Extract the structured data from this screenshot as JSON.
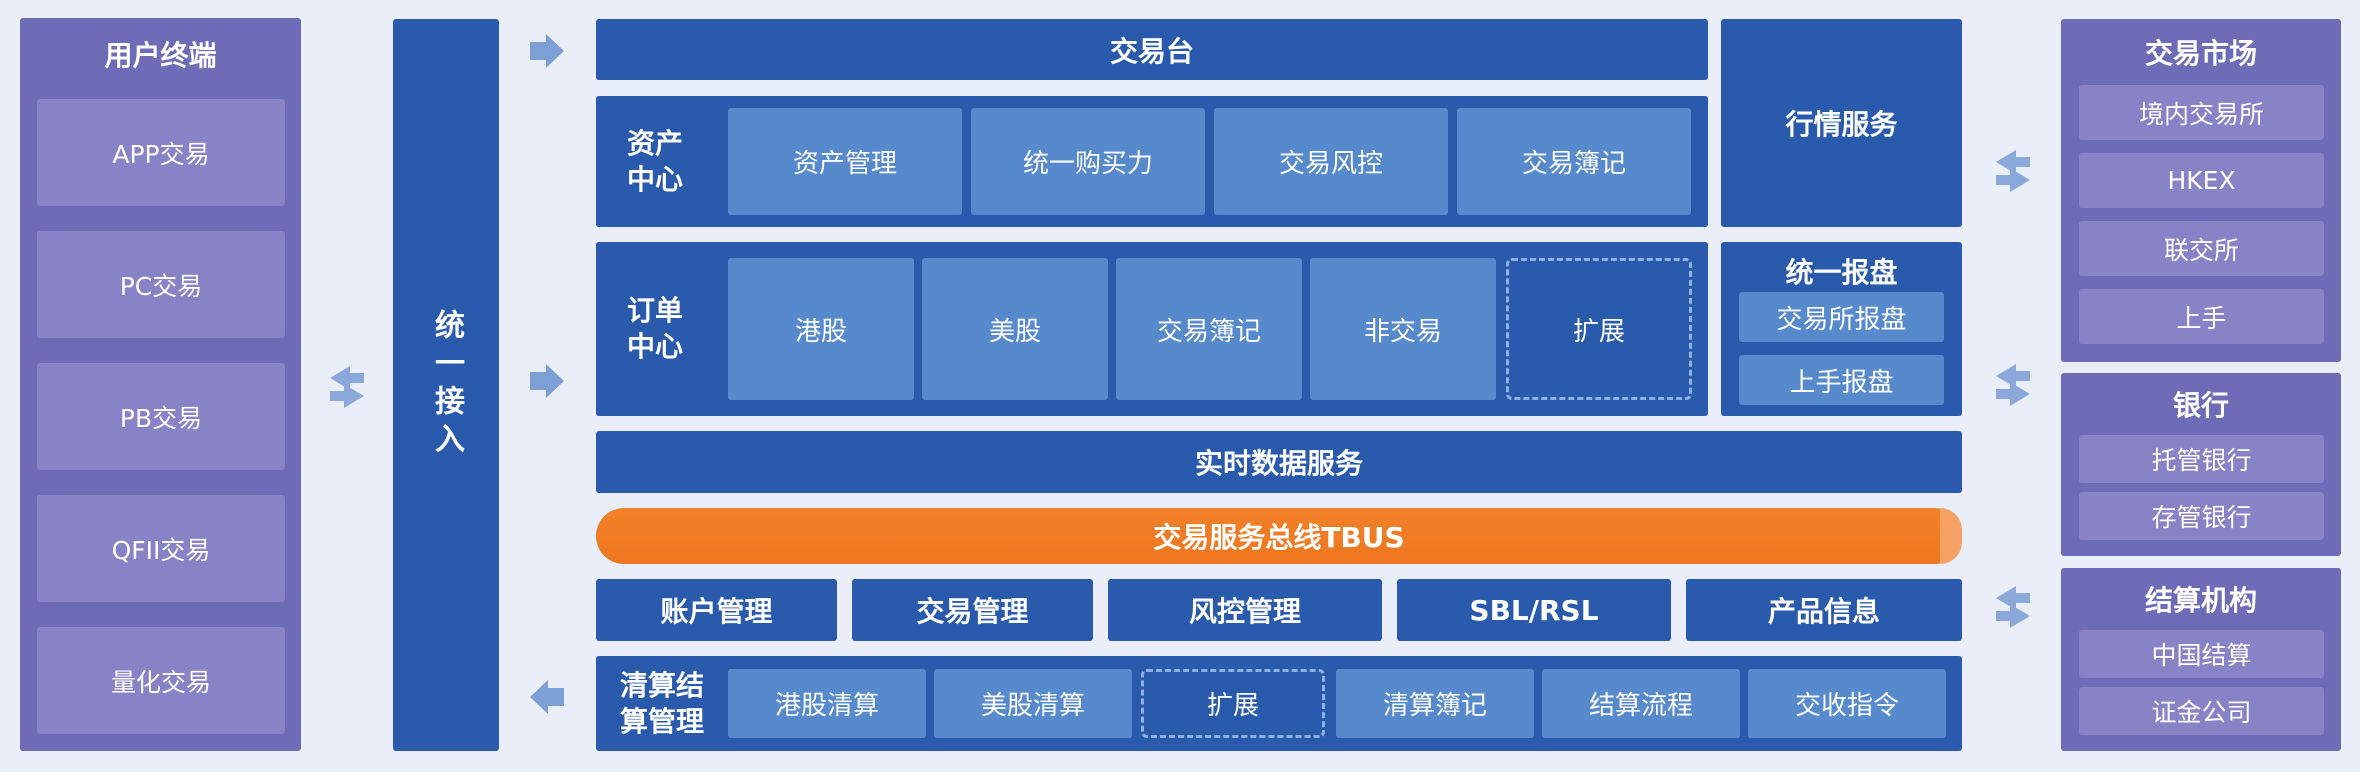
{
  "user_terminal": {
    "title": "用户终端",
    "items": [
      "APP交易",
      "PC交易",
      "PB交易",
      "QFII交易",
      "量化交易"
    ]
  },
  "unified_access": {
    "label": "统一接入"
  },
  "trading_desk": {
    "label": "交易台"
  },
  "asset_center": {
    "label_line1": "资产",
    "label_line2": "中心",
    "items": [
      "资产管理",
      "统一购买力",
      "交易风控",
      "交易簿记"
    ]
  },
  "market_service": {
    "label": "行情服务"
  },
  "order_center": {
    "label_line1": "订单",
    "label_line2": "中心",
    "items": [
      "港股",
      "美股",
      "交易簿记",
      "非交易"
    ],
    "extension": "扩展"
  },
  "unified_report": {
    "title": "统一报盘",
    "items": [
      "交易所报盘",
      "上手报盘"
    ]
  },
  "realtime_data": {
    "label": "实时数据服务"
  },
  "tbus": {
    "label": "交易服务总线TBUS"
  },
  "services": [
    "账户管理",
    "交易管理",
    "风控管理",
    "SBL/RSL",
    "产品信息"
  ],
  "clearing": {
    "label_line1": "清算结",
    "label_line2": "算管理",
    "items": [
      "港股清算",
      "美股清算"
    ],
    "extension": "扩展",
    "items_after": [
      "清算簿记",
      "结算流程",
      "交收指令"
    ]
  },
  "trade_market": {
    "title": "交易市场",
    "items": [
      "境内交易所",
      "HKEX",
      "联交所",
      "上手"
    ]
  },
  "bank": {
    "title": "银行",
    "items": [
      "托管银行",
      "存管银行"
    ]
  },
  "settlement": {
    "title": "结算机构",
    "items": [
      "中国结算",
      "证金公司"
    ]
  },
  "icons": {
    "arrow_right": "arrow-right-icon",
    "arrow_left": "arrow-left-icon",
    "swap": "swap-arrows-icon"
  },
  "colors": {
    "background": "#e9eef8",
    "purple_panel": "#6e6cb7",
    "purple_tile": "#8882c6",
    "blue_dark": "#2a5aab",
    "blue_light": "#5789cd",
    "orange_bus": "#f07a22"
  }
}
